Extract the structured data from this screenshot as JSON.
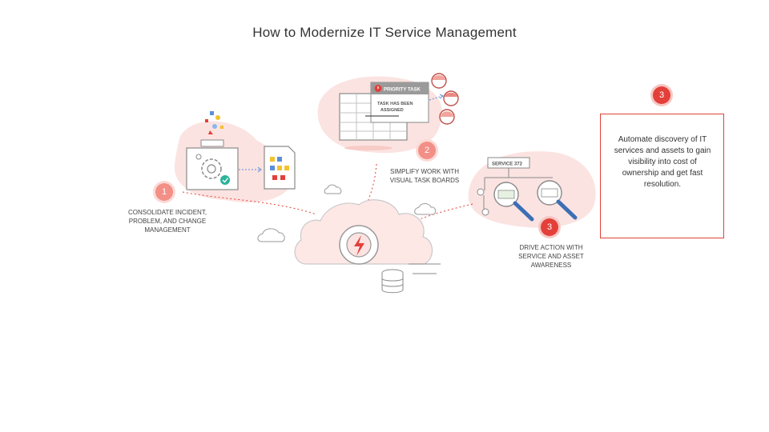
{
  "slide": {
    "title": "How to Modernize IT Service Management"
  },
  "steps": [
    {
      "number": "1",
      "caption": "CONSOLIDATE INCIDENT, PROBLEM, AND CHANGE MANAGEMENT"
    },
    {
      "number": "2",
      "caption": "SIMPLIFY WORK WITH VISUAL TASK BOARDS"
    },
    {
      "number": "3",
      "caption": "DRIVE ACTION WITH SERVICE AND ASSET AWARENESS"
    }
  ],
  "callout": {
    "number": "3",
    "text": "Automate discovery of IT services and assets to gain visibility into cost of ownership and get fast resolution."
  },
  "task_board": {
    "priority_label": "PRIORITY TASK",
    "assigned_label": "TASK HAS BEEN ASSIGNED"
  },
  "service_tag": "SERVICE 372",
  "colors": {
    "accent_red": "#e3403a",
    "light_pink": "#fbe3e1",
    "line_gray": "#8a8a8a"
  }
}
